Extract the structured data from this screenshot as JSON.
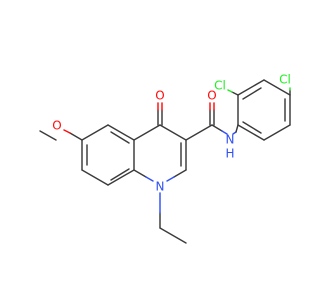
{
  "molecule": {
    "atoms": {
      "o_ketone": {
        "label": "O",
        "color": "#ff0d0d"
      },
      "o_amide": {
        "label": "O",
        "color": "#ff0d0d"
      },
      "o_methoxy": {
        "label": "O",
        "color": "#ff0d0d"
      },
      "n_ring": {
        "label": "N",
        "color": "#3050f8"
      },
      "nh_amide": {
        "label": "N",
        "h_label": "H",
        "color": "#3050f8"
      },
      "cl_ortho": {
        "label": "Cl",
        "color": "#1ff01f"
      },
      "cl_para": {
        "label": "Cl",
        "color": "#1ff01f"
      }
    },
    "colors": {
      "carbon_bond": "#3b3b3b",
      "oxygen": "#ff0d0d",
      "nitrogen": "#3050f8",
      "chlorine": "#1ff01f"
    }
  }
}
